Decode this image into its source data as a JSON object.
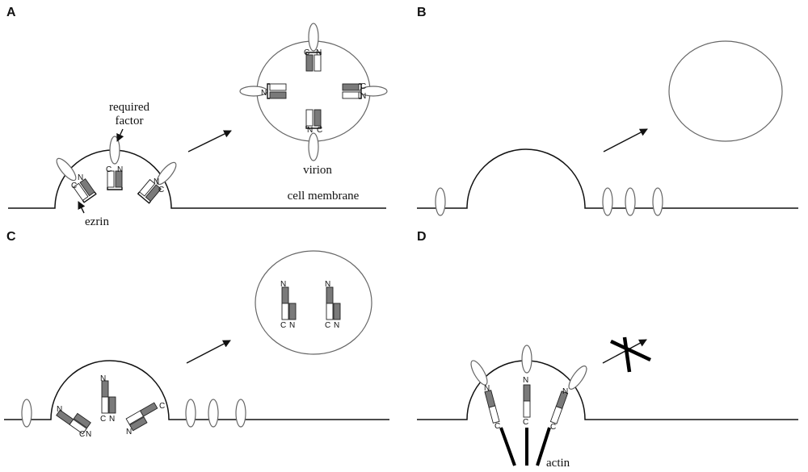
{
  "panels": {
    "a": {
      "letter": "A",
      "required_factor_line1": "required",
      "required_factor_line2": "factor",
      "ezrin": "ezrin",
      "virion": "virion",
      "cell_membrane": "cell membrane"
    },
    "b": {
      "letter": "B"
    },
    "c": {
      "letter": "C"
    },
    "d": {
      "letter": "D",
      "actin": "actin"
    }
  },
  "termini": {
    "n": "N",
    "c": "C"
  },
  "colors": {
    "ezrin_dark": "#7a7a7a",
    "ezrin_light": "#ffffff",
    "outline": "#666666",
    "line": "#111111"
  }
}
